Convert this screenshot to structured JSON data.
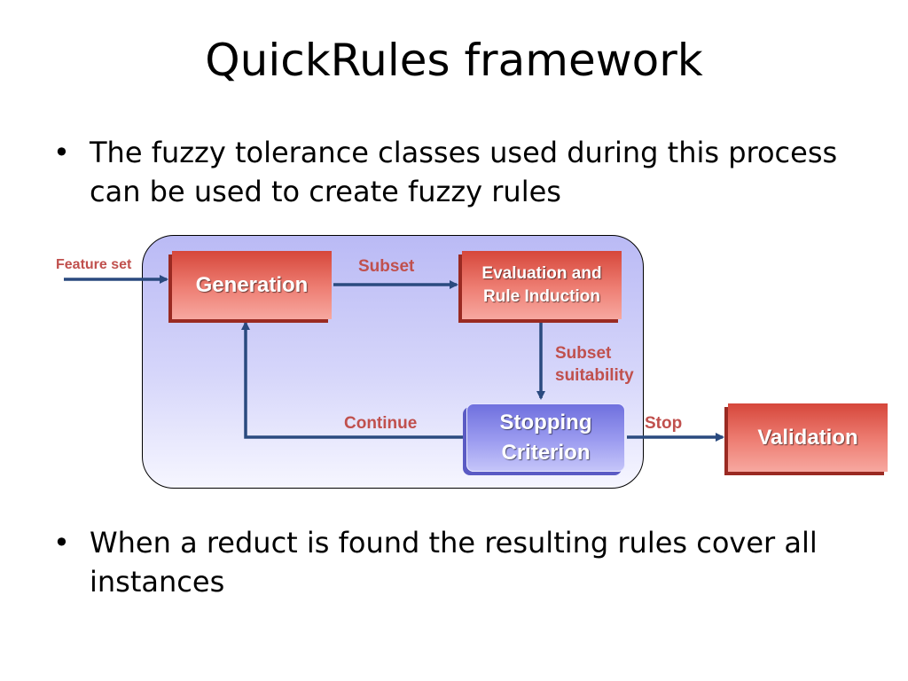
{
  "slide": {
    "title": "QuickRules framework",
    "bullets": [
      "The fuzzy tolerance classes used during this process can be used to create fuzzy rules",
      "When a reduct is found the resulting rules cover all instances"
    ],
    "bullet_symbol": "•"
  },
  "diagram": {
    "nodes": {
      "generation": "Generation",
      "evaluation_line1": "Evaluation and",
      "evaluation_line2": "Rule Induction",
      "stopping_line1": "Stopping",
      "stopping_line2": "Criterion",
      "validation": "Validation"
    },
    "edge_labels": {
      "feature_set": "Feature set",
      "subset": "Subset",
      "suitability_line1": "Subset",
      "suitability_line2": "suitability",
      "continue": "Continue",
      "stop": "Stop"
    },
    "colors": {
      "arrow": "#2a4a7f",
      "label": "#c0504d",
      "red_box": "#e05a4f",
      "blue_box": "#8f8fec",
      "panel": "#d0d0f8"
    }
  }
}
